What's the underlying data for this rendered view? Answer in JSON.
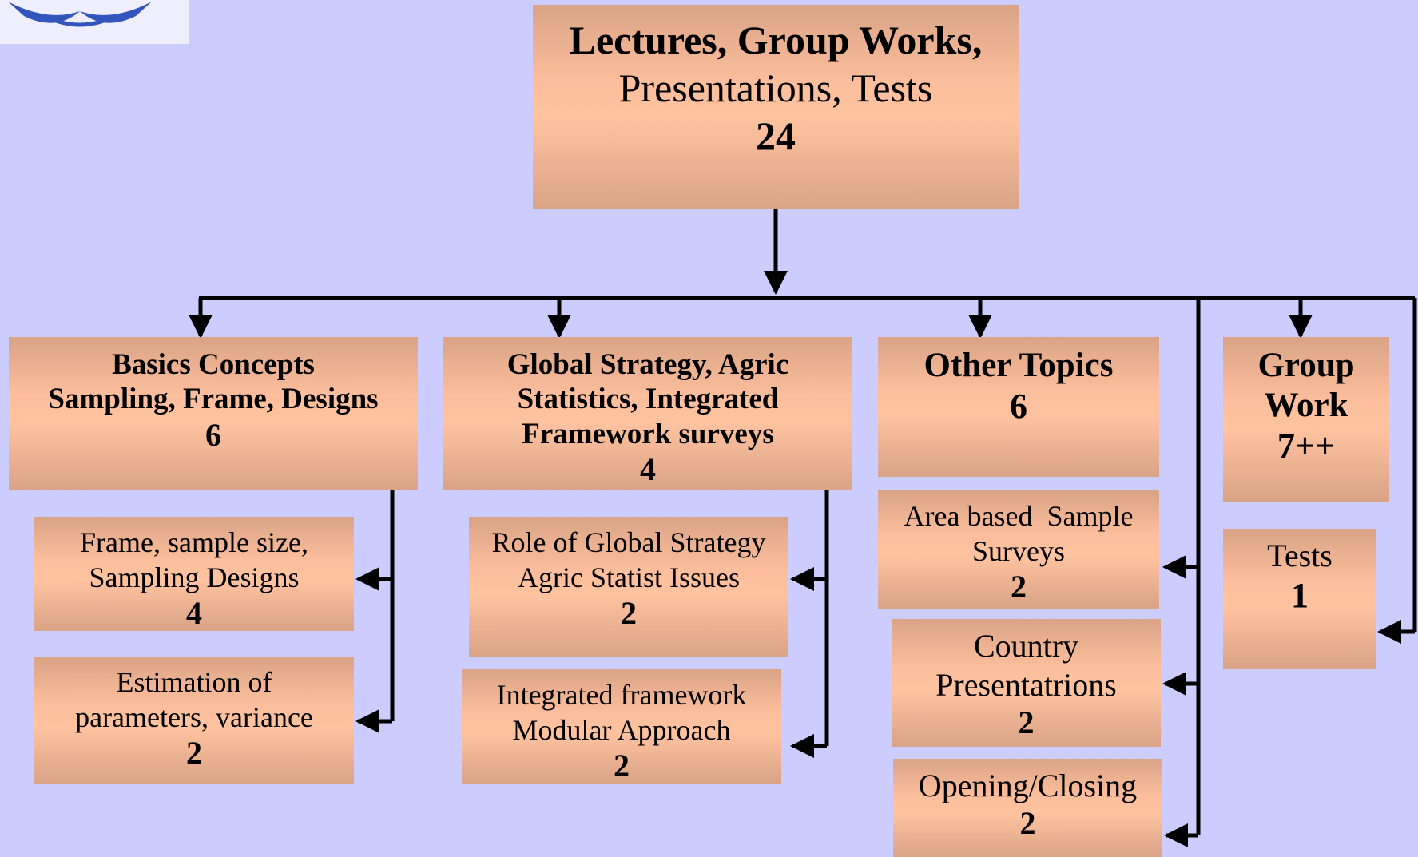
{
  "root": {
    "line1": "Lectures, Group Works,",
    "line2": "Presentations, Tests",
    "count": "24"
  },
  "categories": {
    "basics": {
      "line1": "Basics Concepts",
      "line2": "Sampling, Frame, Designs",
      "count": "6"
    },
    "global": {
      "line1": "Global Strategy, Agric",
      "line2": "Statistics, Integrated",
      "line3": "Framework surveys",
      "count": "4"
    },
    "other": {
      "line1": "Other Topics",
      "count": "6"
    },
    "groupwork": {
      "line1": "Group",
      "line2": "Work",
      "count": "7++"
    }
  },
  "subtopics": {
    "frame": {
      "line1": "Frame, sample size,",
      "line2": "Sampling Designs",
      "count": "4"
    },
    "estimation": {
      "line1": "Estimation of",
      "line2": "parameters, variance",
      "count": "2"
    },
    "role": {
      "line1": "Role of Global Strategy",
      "line2": "Agric Statist Issues",
      "count": "2"
    },
    "integrated": {
      "line1": "Integrated framework",
      "line2": "Modular Approach",
      "count": "2"
    },
    "area": {
      "line1": "Area based  Sample",
      "line2": "Surveys",
      "count": "2"
    },
    "country": {
      "line1": "Country",
      "line2": "Presentatrions",
      "count": "2"
    },
    "opening": {
      "line1": "Opening/Closing",
      "count": "2"
    },
    "tests": {
      "line1": "Tests",
      "count": "1"
    }
  },
  "colors": {
    "background": "#ccccff",
    "box_edge": "#d9a386",
    "box_center": "#ffc3a0",
    "connector": "#000000"
  }
}
